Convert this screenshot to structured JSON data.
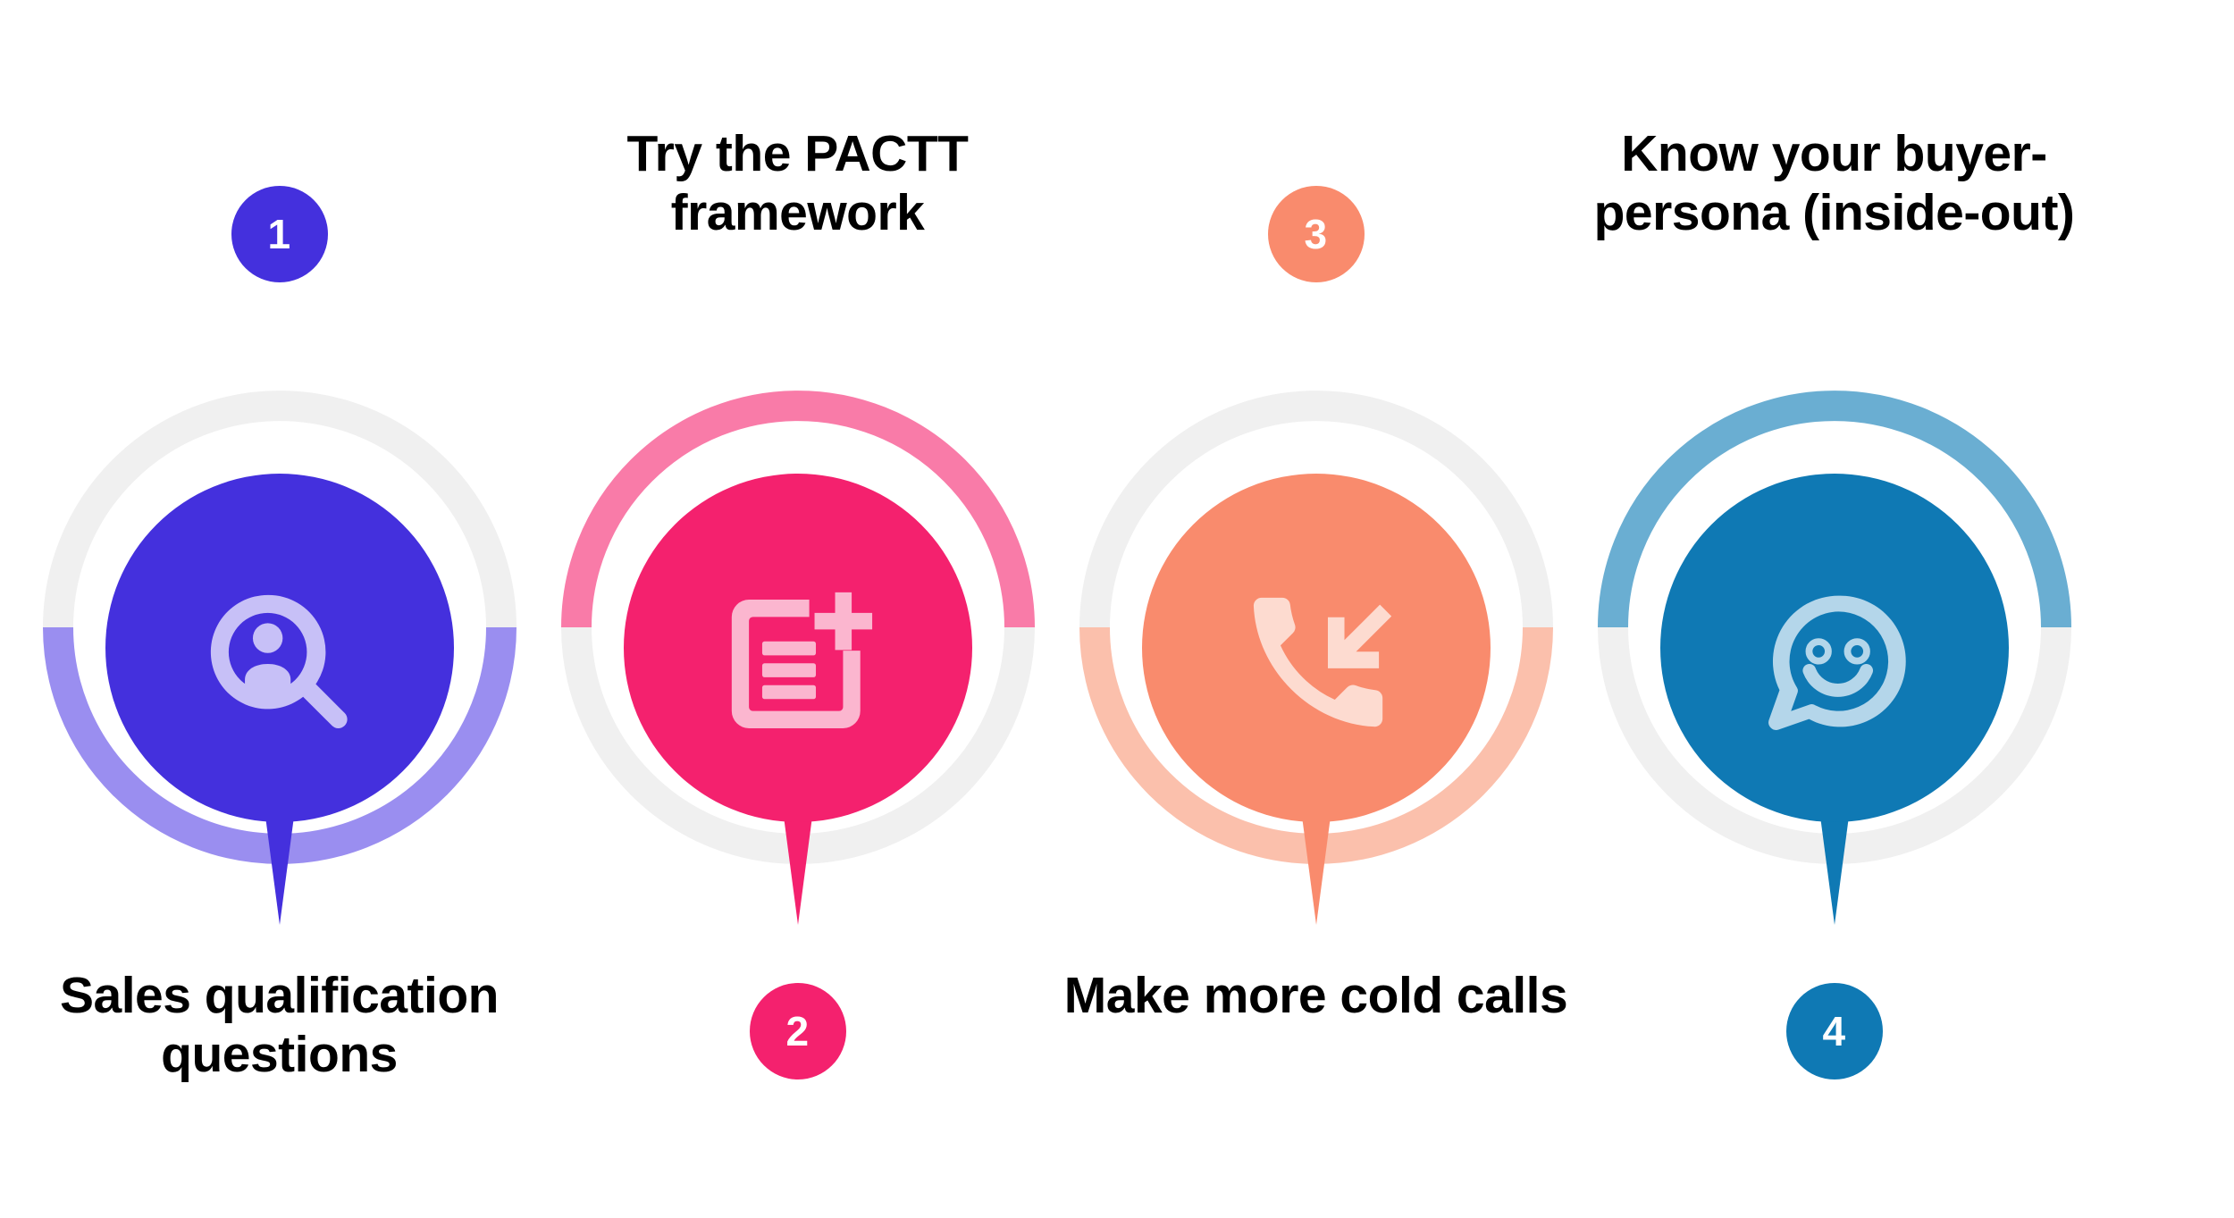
{
  "background": "#ffffff",
  "layout": {
    "caption_positions": [
      "bottom",
      "top",
      "bottom",
      "top"
    ],
    "badge_positions": [
      "top",
      "bottom",
      "top",
      "bottom"
    ],
    "ring_colored_half": [
      "bottom",
      "top",
      "bottom",
      "top"
    ],
    "ring_track_color": "#f0f0f0"
  },
  "steps": [
    {
      "number": "1",
      "caption": "Sales qualification questions",
      "icon_name": "person-search-icon",
      "colors": {
        "core": "#4430dd",
        "ring": "#9a8ef0",
        "badge": "#4430dd",
        "icon": "#c7c0f7"
      }
    },
    {
      "number": "2",
      "caption": "Try the PACTT framework",
      "icon_name": "note-add-icon",
      "colors": {
        "core": "#f4216e",
        "ring": "#f97ba8",
        "badge": "#f4216e",
        "icon": "#fbb6cf"
      }
    },
    {
      "number": "3",
      "caption": "Make more cold calls",
      "icon_name": "phone-incoming-call-icon",
      "colors": {
        "core": "#f98b6d",
        "ring": "#fbc0ac",
        "badge": "#f98b6d",
        "icon": "#fddbd0"
      }
    },
    {
      "number": "4",
      "caption": "Know your buyer-persona (inside-out)",
      "icon_name": "chat-smiley-icon",
      "colors": {
        "core": "#0f79b4",
        "ring": "#6aaed2",
        "badge": "#0f79b4",
        "icon": "#b4d6ea"
      }
    }
  ]
}
